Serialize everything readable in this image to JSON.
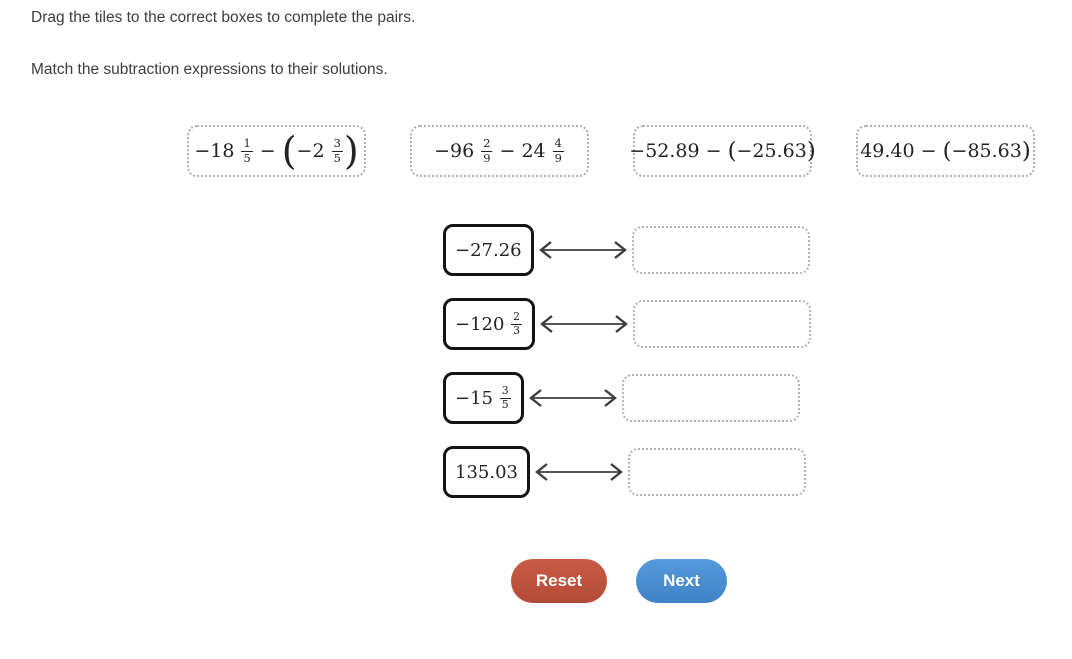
{
  "instructions": {
    "line1": "Drag the tiles to the correct boxes to complete the pairs.",
    "line2": "Match the subtraction expressions to their solutions."
  },
  "tiles": [
    {
      "expr": "−18 {1/5} − (−2 {3/5})"
    },
    {
      "expr": "−96 {2/9} − 24 {4/9}"
    },
    {
      "expr": "−52.89 − (−25.63)"
    },
    {
      "expr": "49.40 − (−85.63)"
    }
  ],
  "pairs": [
    {
      "solution": "−27.26",
      "drop_value": ""
    },
    {
      "solution": "−120 {2/3}",
      "drop_value": ""
    },
    {
      "solution": "−15 {3/5}",
      "drop_value": ""
    },
    {
      "solution": "135.03",
      "drop_value": ""
    }
  ],
  "icons": {
    "pair_arrow": "double-headed-arrow"
  },
  "buttons": {
    "reset": "Reset",
    "next": "Next"
  },
  "colors": {
    "reset_button": "#c0533e",
    "next_button": "#4a90d5",
    "instruction_text": "#3d3d3d",
    "solution_border": "#141414",
    "dotted_border": "#b0b0b0",
    "arrow": "#3d3d3d"
  }
}
